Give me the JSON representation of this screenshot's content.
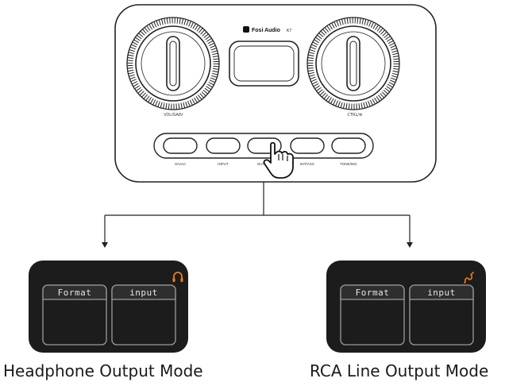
{
  "device": {
    "brand": "Fosi Audio",
    "model": "K7",
    "knob_left_label": "VOL/GAIN",
    "knob_right_label": "CTRL/⚙",
    "buttons": [
      "O/UAC",
      "INPUT",
      "OUTPUT",
      "BYPASS",
      "TONE/MIC"
    ]
  },
  "modes": [
    {
      "caption": "Headphone Output Mode",
      "icon": "headphones-icon",
      "tiles": [
        "Format",
        "input"
      ]
    },
    {
      "caption": "RCA Line Output Mode",
      "icon": "rca-cable-icon",
      "tiles": [
        "Format",
        "input"
      ]
    }
  ],
  "colors": {
    "line": "#222222",
    "screen_bg": "#1c1c1c",
    "tile_border": "#9a9a9a",
    "tile_text": "#e6e6e6",
    "accent": "#ee7b1f"
  }
}
